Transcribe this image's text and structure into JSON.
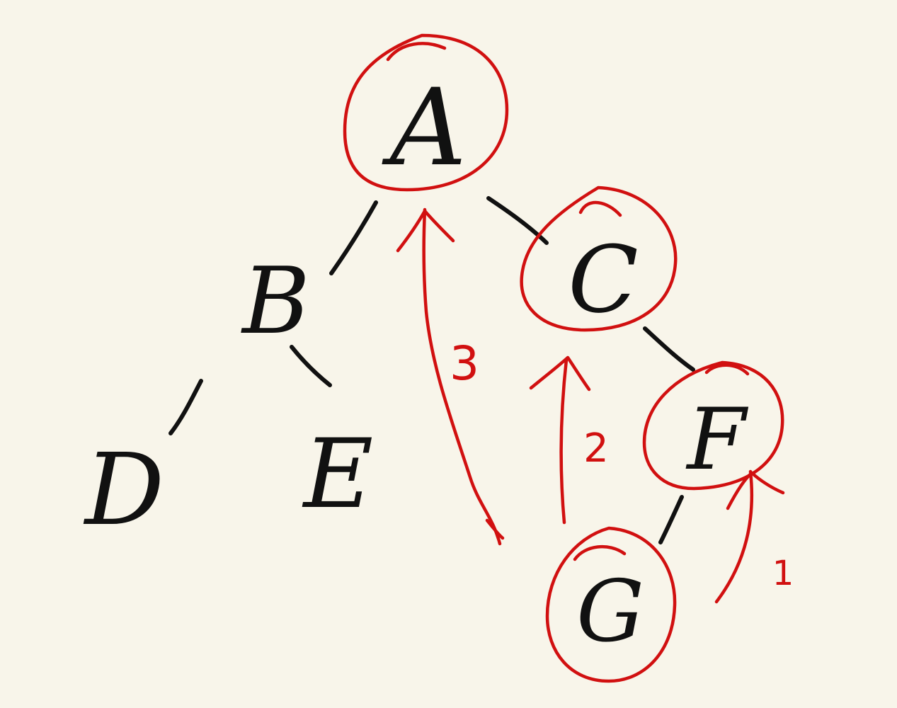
{
  "diagram": {
    "nodes": [
      {
        "id": "A",
        "label": "A",
        "circled": true
      },
      {
        "id": "B",
        "label": "B",
        "circled": false
      },
      {
        "id": "C",
        "label": "C",
        "circled": true
      },
      {
        "id": "D",
        "label": "D",
        "circled": false
      },
      {
        "id": "E",
        "label": "E",
        "circled": false
      },
      {
        "id": "F",
        "label": "F",
        "circled": true
      },
      {
        "id": "G",
        "label": "G",
        "circled": true
      }
    ],
    "edges": [
      {
        "from": "A",
        "to": "B"
      },
      {
        "from": "A",
        "to": "C"
      },
      {
        "from": "B",
        "to": "D"
      },
      {
        "from": "B",
        "to": "E"
      },
      {
        "from": "C",
        "to": "F"
      },
      {
        "from": "F",
        "to": "G"
      }
    ],
    "path_steps": [
      {
        "label": "1",
        "from": "G",
        "to": "F"
      },
      {
        "label": "2",
        "from": "G",
        "to": "C"
      },
      {
        "label": "3",
        "from": "G",
        "to": "A"
      }
    ],
    "colors": {
      "background": "#f8f5ea",
      "ink": "#111111",
      "highlight": "#d11010"
    }
  }
}
